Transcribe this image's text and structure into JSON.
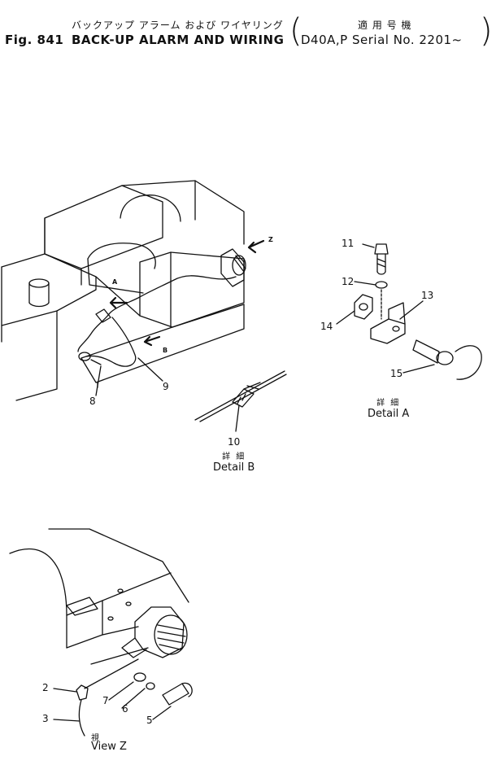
{
  "header": {
    "title_jp": "バックアップ アラーム および ワイヤリング",
    "fig_label": "Fig. 841",
    "title_en": "BACK-UP ALARM AND WIRING",
    "serial_jp": "適 用 号 機",
    "serial_text": "D40A,P  Serial No.  2201~"
  },
  "callouts": {
    "c2": "2",
    "c3": "3",
    "c5": "5",
    "c6": "6",
    "c7": "7",
    "c8": "8",
    "c9": "9",
    "c10": "10",
    "c11": "11",
    "c12": "12",
    "c13": "13",
    "c14": "14",
    "c15": "15",
    "z": "Z",
    "a": "A",
    "b": "B"
  },
  "captions": {
    "detail_a": {
      "jp": "詳 細",
      "en": "Detail A"
    },
    "detail_b": {
      "jp": "詳 細",
      "en": "Detail B"
    },
    "view_z": {
      "jp": "視",
      "en": "View Z"
    }
  }
}
